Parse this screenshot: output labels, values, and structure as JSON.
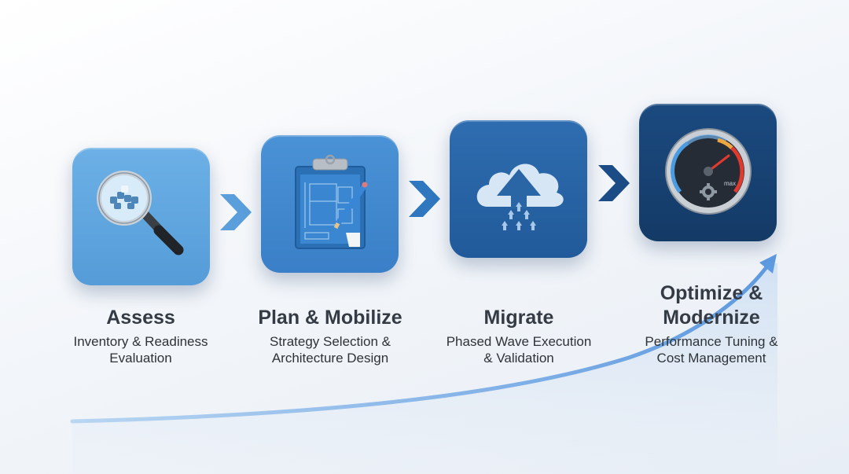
{
  "steps": [
    {
      "title": "Assess",
      "desc_line1": "Inventory & Readiness",
      "desc_line2": "Evaluation",
      "icon": "magnifier-icon",
      "color": "#5fa6df"
    },
    {
      "title": "Plan & Mobilize",
      "desc_line1": "Strategy Selection &",
      "desc_line2": "Architecture Design",
      "icon": "clipboard-blueprint-icon",
      "color": "#3f88cf"
    },
    {
      "title": "Migrate",
      "desc_line1": "Phased Wave Execution",
      "desc_line2": "& Validation",
      "icon": "cloud-upload-icon",
      "color": "#2663a5"
    },
    {
      "title_line1": "Optimize &",
      "title_line2": "Modernize",
      "desc_line1": "Performance Tuning &",
      "desc_line2": "Cost Management",
      "icon": "speedometer-gear-icon",
      "color": "#163f6f"
    }
  ],
  "gauge_label": "max",
  "connectors": [
    {
      "icon": "chevron-right-icon",
      "color": "#5a9fdb"
    },
    {
      "icon": "chevron-right-icon",
      "color": "#2f78c0"
    },
    {
      "icon": "chevron-right-icon",
      "color": "#1c4c85"
    }
  ],
  "growth_curve": {
    "icon": "trend-arrow-icon",
    "color": "#7fb0e6"
  }
}
